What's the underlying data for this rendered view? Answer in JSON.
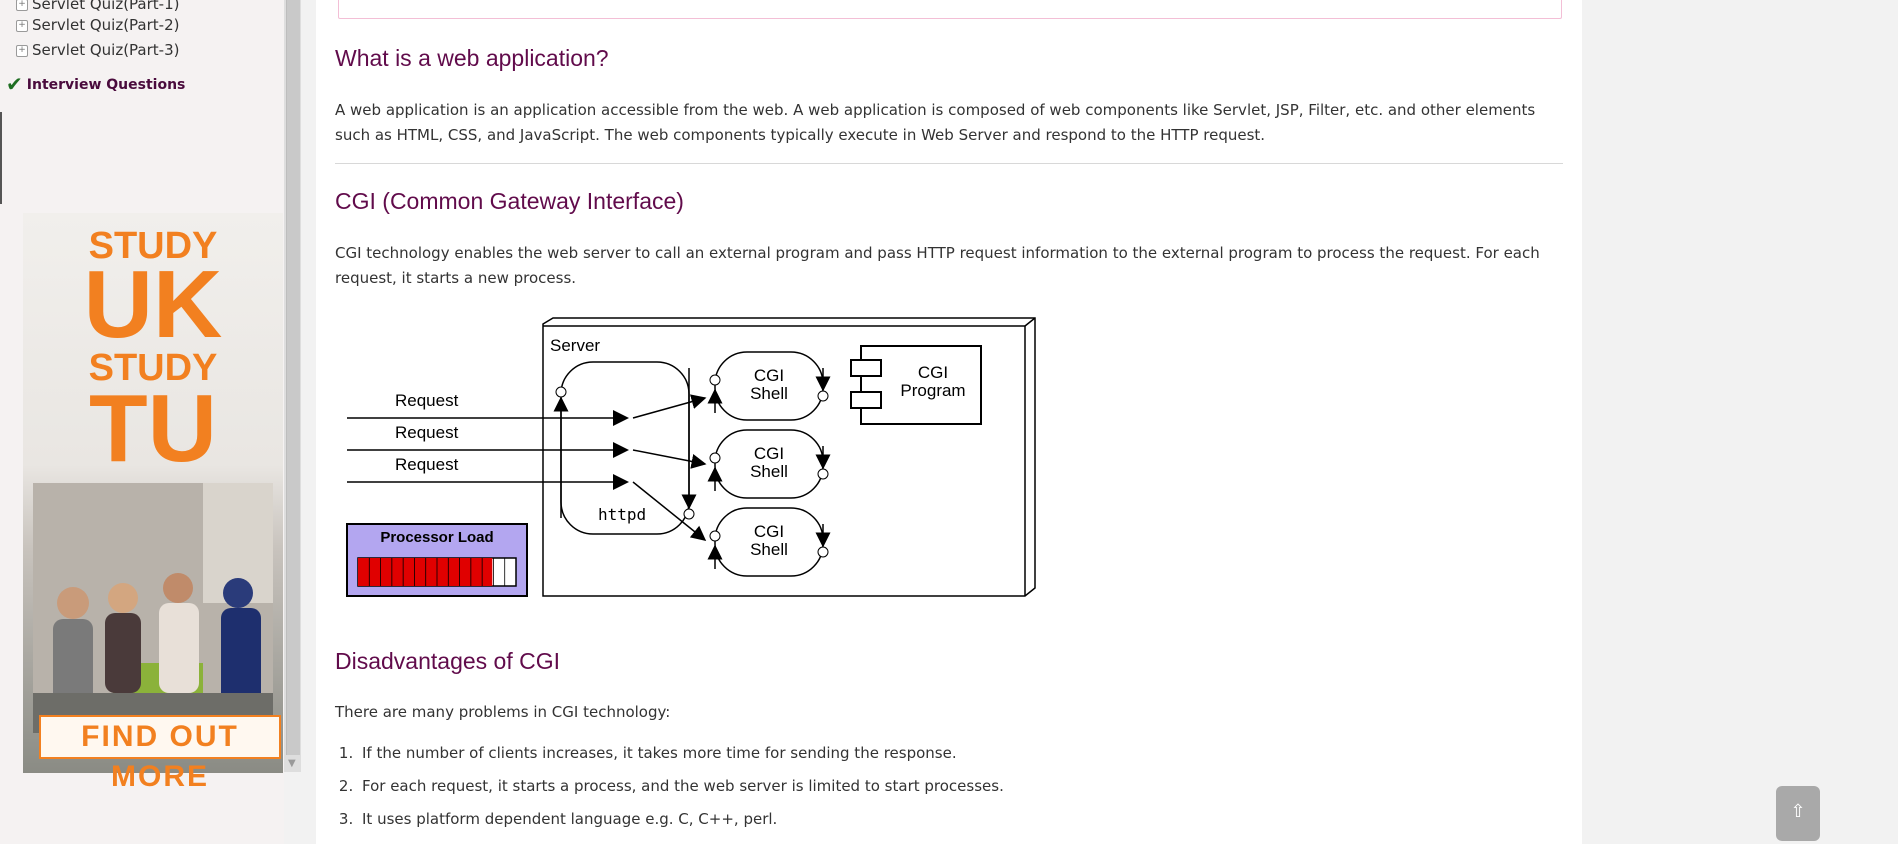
{
  "sidebar": {
    "items": [
      {
        "label": "Servlet Quiz(Part-1)"
      },
      {
        "label": "Servlet Quiz(Part-2)"
      },
      {
        "label": "Servlet Quiz(Part-3)"
      }
    ],
    "interview": "Interview Questions"
  },
  "ad": {
    "line1": "STUDY",
    "line2": "UK",
    "line3": "STUDY",
    "line4": "TU",
    "cta": "FIND OUT MORE",
    "accent": "#f28020"
  },
  "content": {
    "heading1": "What is a web application?",
    "para1": "A web application is an application accessible from the web. A web application is composed of web components like Servlet, JSP, Filter, etc. and other elements such as HTML, CSS, and JavaScript. The web components typically execute in Web Server and respond to the HTTP request.",
    "heading2": "CGI (Common Gateway Interface)",
    "para2": "CGI technology enables the web server to call an external program and pass HTTP request information to the external program to process the request. For each request, it starts a new process.",
    "heading3": "Disadvantages of CGI",
    "para3": "There are many problems in CGI technology:",
    "problems": [
      "If the number of clients increases, it takes more time for sending the response.",
      "For each request, it starts a process, and the web server is limited to start processes.",
      "It uses platform dependent language e.g. C, C++, perl."
    ]
  },
  "diagram": {
    "server": "Server",
    "requests": [
      "Request",
      "Request",
      "Request"
    ],
    "httpd": "httpd",
    "cgi_shell_line1": "CGI",
    "cgi_shell_line2": "Shell",
    "cgi_program_line1": "CGI",
    "cgi_program_line2": "Program",
    "processor_load": "Processor Load",
    "processor_load_fill": 0.85
  },
  "scroll_top": "⇧",
  "colors": {
    "heading": "#610b4b",
    "load_bar": "#e00000",
    "load_panel": "#b3a6f0"
  }
}
